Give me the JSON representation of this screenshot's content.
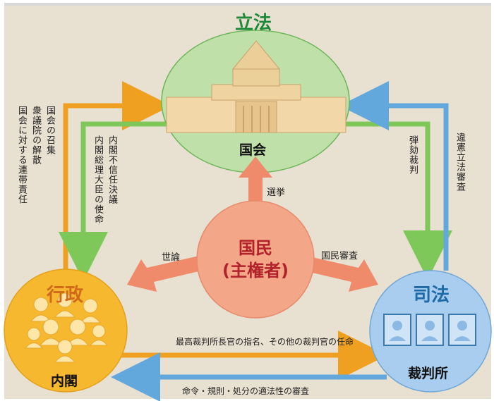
{
  "legislature": {
    "title": "立法",
    "body": "国会"
  },
  "executive": {
    "title": "行政",
    "body": "内閣"
  },
  "judiciary": {
    "title": "司法",
    "body": "裁判所"
  },
  "people": {
    "line1": "国民",
    "line2": "(主権者)"
  },
  "arrows": {
    "election": "選挙",
    "public_opinion": "世論",
    "national_review": "国民審査",
    "cabinet_to_diet_1": "国会の召集",
    "cabinet_to_diet_2": "衆議院の解散",
    "cabinet_to_diet_3": "国会に対する連帯責任",
    "diet_to_cabinet_1": "内閣不信任決議",
    "diet_to_cabinet_2": "内閣総理大臣の使命",
    "diet_to_court": "弾劾裁判",
    "court_to_diet": "違憲立法審査",
    "cabinet_to_court": "最高裁判所長官の指名、その他の裁判官の任命",
    "court_to_cabinet": "命令・規則・処分の適法性の審査"
  },
  "colors": {
    "background": "#e8e0d0",
    "orange": "#f0a020",
    "green": "#7ec85a",
    "blue": "#62a8dc",
    "salmon": "#ef8a6a",
    "legislature_fill": "#bfe0a8",
    "executive_fill": "#f5b82e",
    "judiciary_fill": "#a9cdee",
    "people_fill": "#f4a688"
  }
}
